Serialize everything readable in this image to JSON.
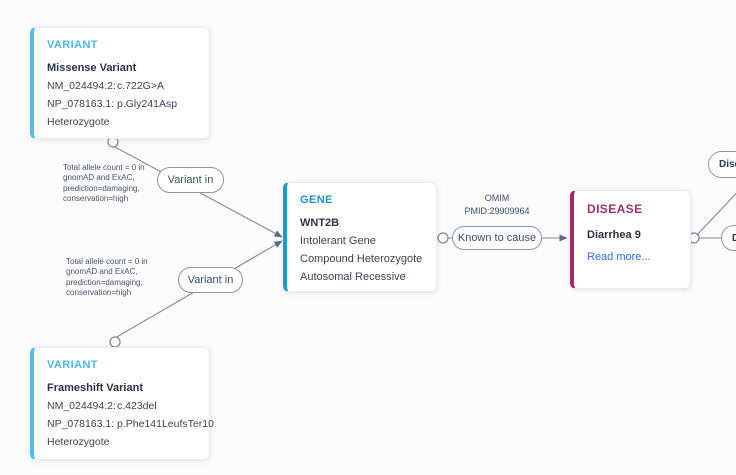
{
  "app": {
    "background": "#fcfcfc",
    "edge_color": "#7d8aa0"
  },
  "nodes": {
    "variant_top": {
      "type_label": "VARIANT",
      "accent": "#4cc0ea",
      "heading_color": "#47b8e8",
      "title": "Missense Variant",
      "rows": [
        {
          "label": "NM_024494.2:",
          "value": "c.722G>A"
        },
        {
          "label": "NP_078163.1:",
          "value": "p.Gly241Asp"
        }
      ],
      "zygosity": "Heterozygote"
    },
    "variant_bottom": {
      "type_label": "VARIANT",
      "accent": "#4cc0ea",
      "heading_color": "#47b8e8",
      "title": "Frameshift Variant",
      "rows": [
        {
          "label": "NM_024494.2:",
          "value": "c.423del"
        },
        {
          "label": "NP_078163.1:",
          "value": "p.Phe141LeufsTer10"
        }
      ],
      "zygosity": "Heterozygote"
    },
    "gene": {
      "type_label": "GENE",
      "accent": "#1e9bc8",
      "heading_color": "#1e92c2",
      "title": "WNT2B",
      "attributes": [
        "Intolerant Gene",
        "Compound Heterozygote",
        "Autosomal Recessive"
      ]
    },
    "disease": {
      "type_label": "DISEASE",
      "accent": "#a42a66",
      "heading_color": "#9e3166",
      "title": "Diarrhea 9",
      "link_label": "Read more...",
      "link_color": "#2e6ce0"
    }
  },
  "edges": {
    "variant_in_top": {
      "label": "Variant in",
      "annotation": "Total allele count = 0 in\ngnomAD and ExAC,\nprediction=damaging,\nconservation=high"
    },
    "variant_in_bottom": {
      "label": "Variant in",
      "annotation": "Total allele count = 0 in\ngnomAD and ExAC,\nprediction=damaging,\nconservation=high"
    },
    "known_to_cause": {
      "label": "Known to cause",
      "annotation": "OMIM\nPMID:29909964"
    },
    "offscreen_top": {
      "label": "Dise"
    },
    "offscreen_bottom": {
      "label": "D"
    }
  }
}
